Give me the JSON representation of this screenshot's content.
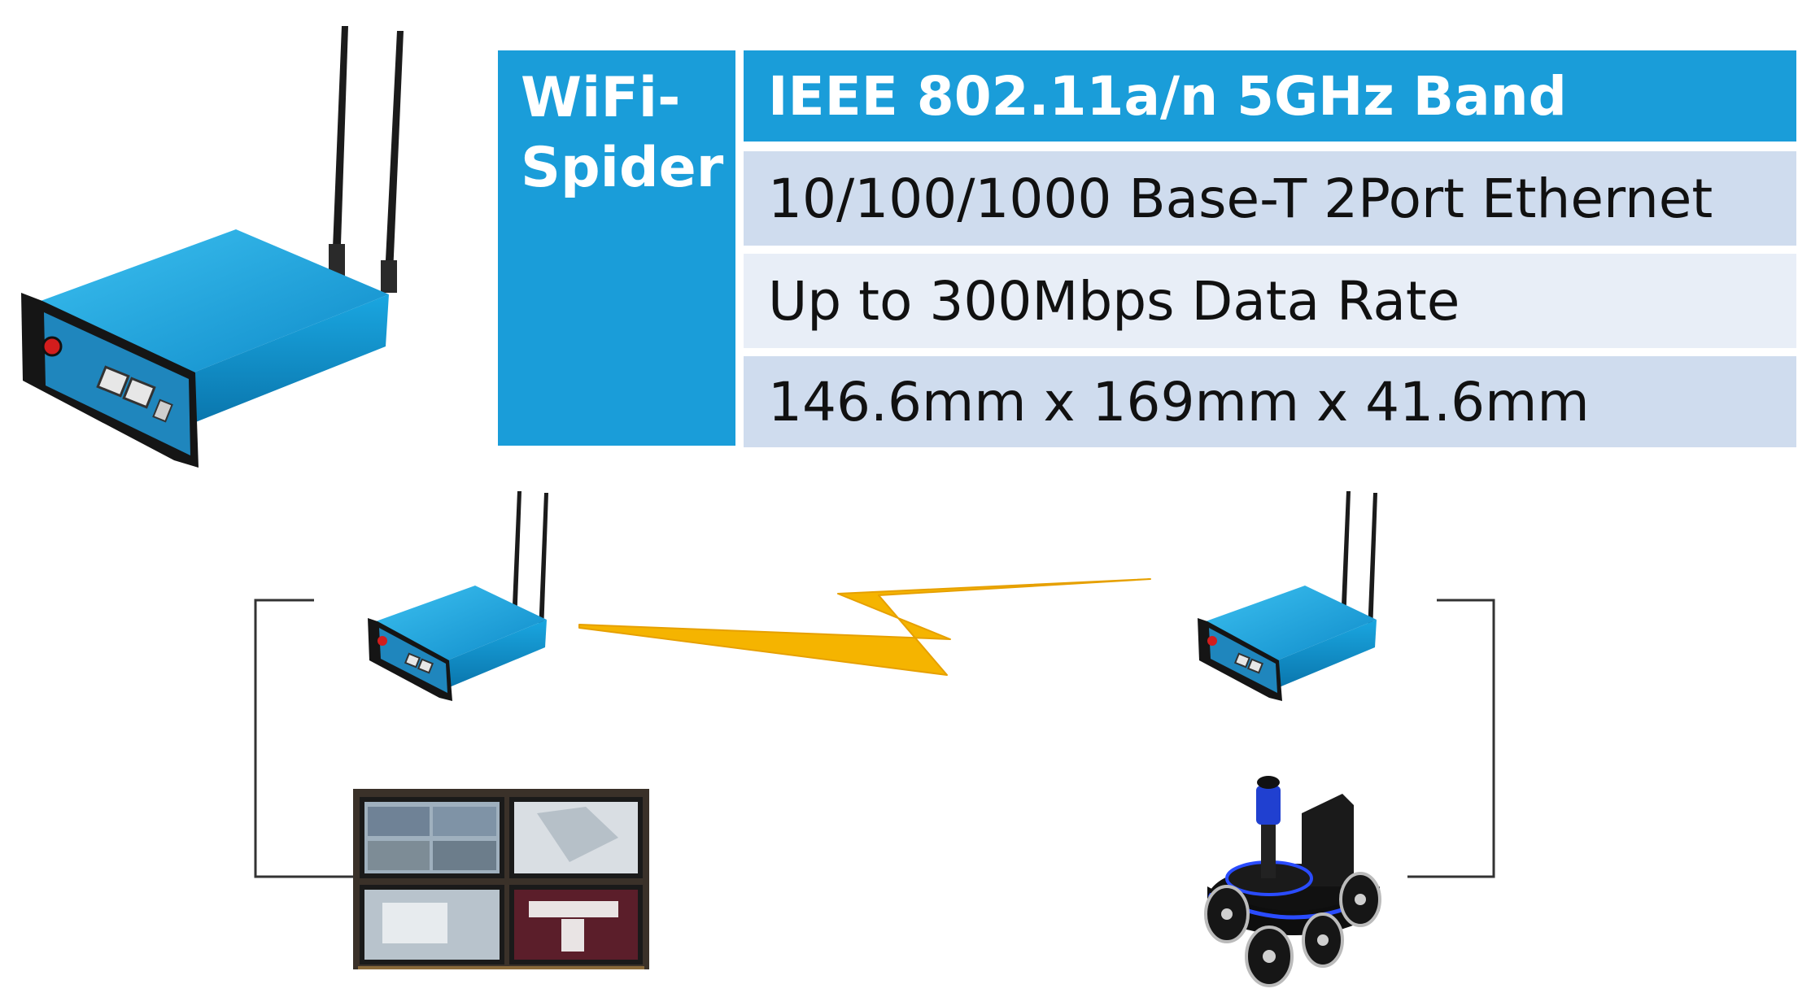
{
  "product": {
    "name": "WiFi-\nSpider"
  },
  "specs": [
    "IEEE 802.11a/n 5GHz Band",
    "10/100/1000 Base-T 2Port Ethernet",
    "Up to 300Mbps Data Rate",
    "146.6mm x 169mm x 41.6mm"
  ],
  "colors": {
    "header_blue": "#1a9dd9",
    "row_light": "#cfdcee",
    "row_lighter": "#e8eef7",
    "device_blue": "#1596cf",
    "wireless_link": "#f5b400"
  },
  "icons": {
    "device": "wifi-router-device-icon",
    "link": "lightning-bolt-icon",
    "workstation": "monitor-wall-icon",
    "robot": "mobile-robot-icon"
  }
}
